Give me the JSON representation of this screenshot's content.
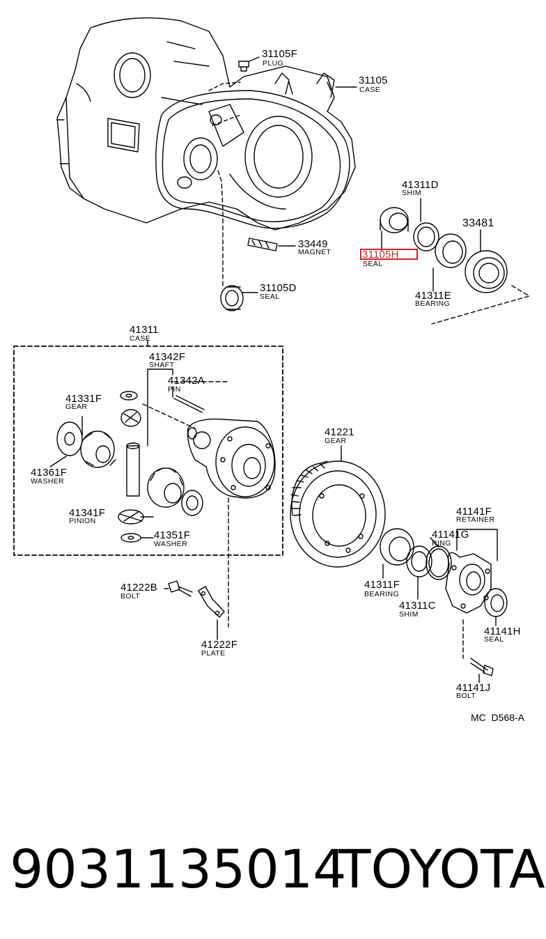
{
  "parts": [
    {
      "id": "p31105F",
      "number": "31105F",
      "name": "PLUG"
    },
    {
      "id": "p31105",
      "number": "31105",
      "name": "CASE"
    },
    {
      "id": "p41311D",
      "number": "41311D",
      "name": "SHIM"
    },
    {
      "id": "p33481",
      "number": "33481",
      "name": ""
    },
    {
      "id": "p33449",
      "number": "33449",
      "name": "MAGNET"
    },
    {
      "id": "p31105H",
      "number": "31105H",
      "name": "SEAL",
      "highlighted": true
    },
    {
      "id": "p31105D",
      "number": "31105D",
      "name": "SEAL"
    },
    {
      "id": "p41311E",
      "number": "41311E",
      "name": "BEARING"
    },
    {
      "id": "p41311",
      "number": "41311",
      "name": "CASE"
    },
    {
      "id": "p41342F",
      "number": "41342F",
      "name": "SHAFT"
    },
    {
      "id": "p41342A",
      "number": "41342A",
      "name": "PIN"
    },
    {
      "id": "p41331F",
      "number": "41331F",
      "name": "GEAR"
    },
    {
      "id": "p41361F",
      "number": "41361F",
      "name": "WASHER"
    },
    {
      "id": "p41221",
      "number": "41221",
      "name": "GEAR"
    },
    {
      "id": "p41341F",
      "number": "41341F",
      "name": "PINION"
    },
    {
      "id": "p41351F",
      "number": "41351F",
      "name": "WASHER"
    },
    {
      "id": "p41141F",
      "number": "41141F",
      "name": "RETAINER"
    },
    {
      "id": "p41141G",
      "number": "41141G",
      "name": "RING"
    },
    {
      "id": "p41311F",
      "number": "41311F",
      "name": "BEARING"
    },
    {
      "id": "p41311C",
      "number": "41311C",
      "name": "SHIM"
    },
    {
      "id": "p41222B",
      "number": "41222B",
      "name": "BOLT"
    },
    {
      "id": "p41141H",
      "number": "41141H",
      "name": "SEAL"
    },
    {
      "id": "p41222F",
      "number": "41222F",
      "name": "PLATE"
    },
    {
      "id": "p41141J",
      "number": "41141J",
      "name": "BOLT"
    }
  ],
  "diagram_code": "MC  D568-A",
  "footer": {
    "part_number": "9031135014",
    "brand": "TOYOTA"
  },
  "colors": {
    "highlight": "#e02020",
    "ink": "#000000",
    "background": "#ffffff"
  }
}
